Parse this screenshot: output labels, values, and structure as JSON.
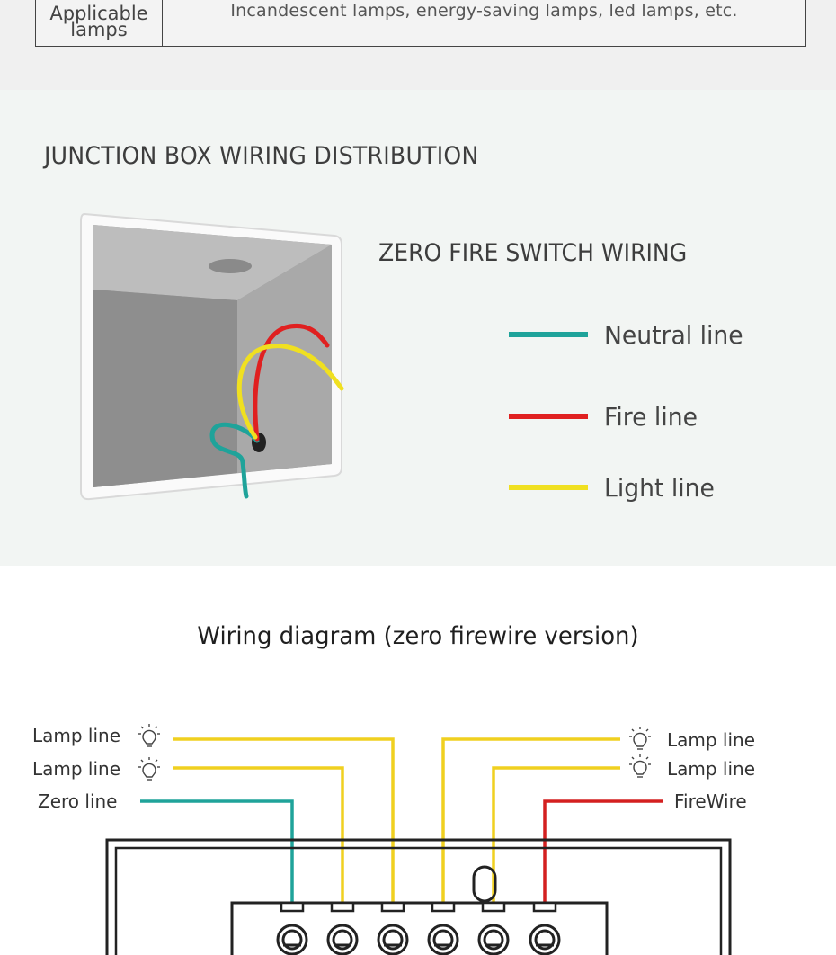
{
  "spec": {
    "label": "Applicable\nlamps",
    "value": "Incandescent lamps, energy-saving lamps, led lamps, etc."
  },
  "junction": {
    "title": "JUNCTION BOX WIRING DISTRIBUTION",
    "switch_title": "ZERO FIRE SWITCH WIRING",
    "legend": [
      {
        "label": "Neutral line",
        "color": "#1fa39a"
      },
      {
        "label": "Fire line",
        "color": "#e02020"
      },
      {
        "label": "Light line",
        "color": "#f0e020"
      }
    ]
  },
  "wiring": {
    "title": "Wiring diagram (zero firewire version)",
    "left_labels": [
      "Lamp line",
      "Lamp line",
      "Zero line"
    ],
    "right_labels": [
      "Lamp line",
      "Lamp line",
      "FireWire"
    ],
    "colors": {
      "lamp": "#f0d020",
      "zero": "#1fa39a",
      "fire": "#d42020",
      "outline": "#222222"
    }
  }
}
